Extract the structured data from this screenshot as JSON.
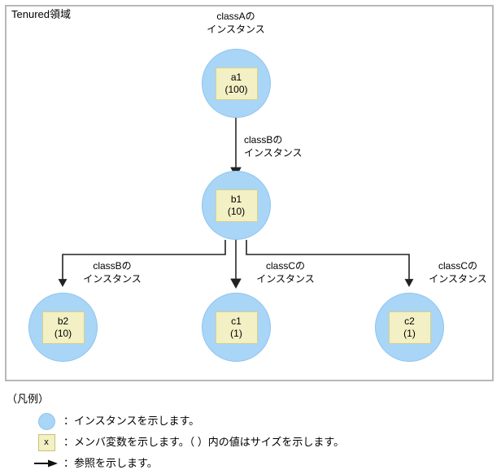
{
  "diagram": {
    "area_title": "Tenured領域",
    "nodes": [
      {
        "id": "a1",
        "member": "a1",
        "size": "(100)"
      },
      {
        "id": "b1",
        "member": "b1",
        "size": "(10)"
      },
      {
        "id": "b2",
        "member": "b2",
        "size": "(10)"
      },
      {
        "id": "c1",
        "member": "c1",
        "size": "(1)"
      },
      {
        "id": "c2",
        "member": "c2",
        "size": "(1)"
      }
    ],
    "labels": {
      "classA": {
        "line1": "classAの",
        "line2": "インスタンス"
      },
      "classB_top": {
        "line1": "classBの",
        "line2": "インスタンス"
      },
      "classB_left": {
        "line1": "classBの",
        "line2": "インスタンス"
      },
      "classC_mid": {
        "line1": "classCの",
        "line2": "インスタンス"
      },
      "classC_right": {
        "line1": "classCの",
        "line2": "インスタンス"
      }
    }
  },
  "legend": {
    "title": "（凡例）",
    "items": [
      {
        "icon": "circle-swatch",
        "icon_text": "",
        "text": "：インスタンスを示します。"
      },
      {
        "icon": "box-swatch",
        "icon_text": "x",
        "text": "：メンバ変数を示します。（ ）内の値はサイズを示します。"
      },
      {
        "icon": "arrow-swatch",
        "icon_text": "",
        "text": "：参照を示します。"
      }
    ]
  },
  "colors": {
    "instance_fill": "#a9d5f7",
    "instance_stroke": "#8fc4ef",
    "member_fill": "#f2f0c4",
    "member_stroke": "#d6d189",
    "box_border": "#b8b8b8",
    "wire": "#3b3b3b"
  }
}
